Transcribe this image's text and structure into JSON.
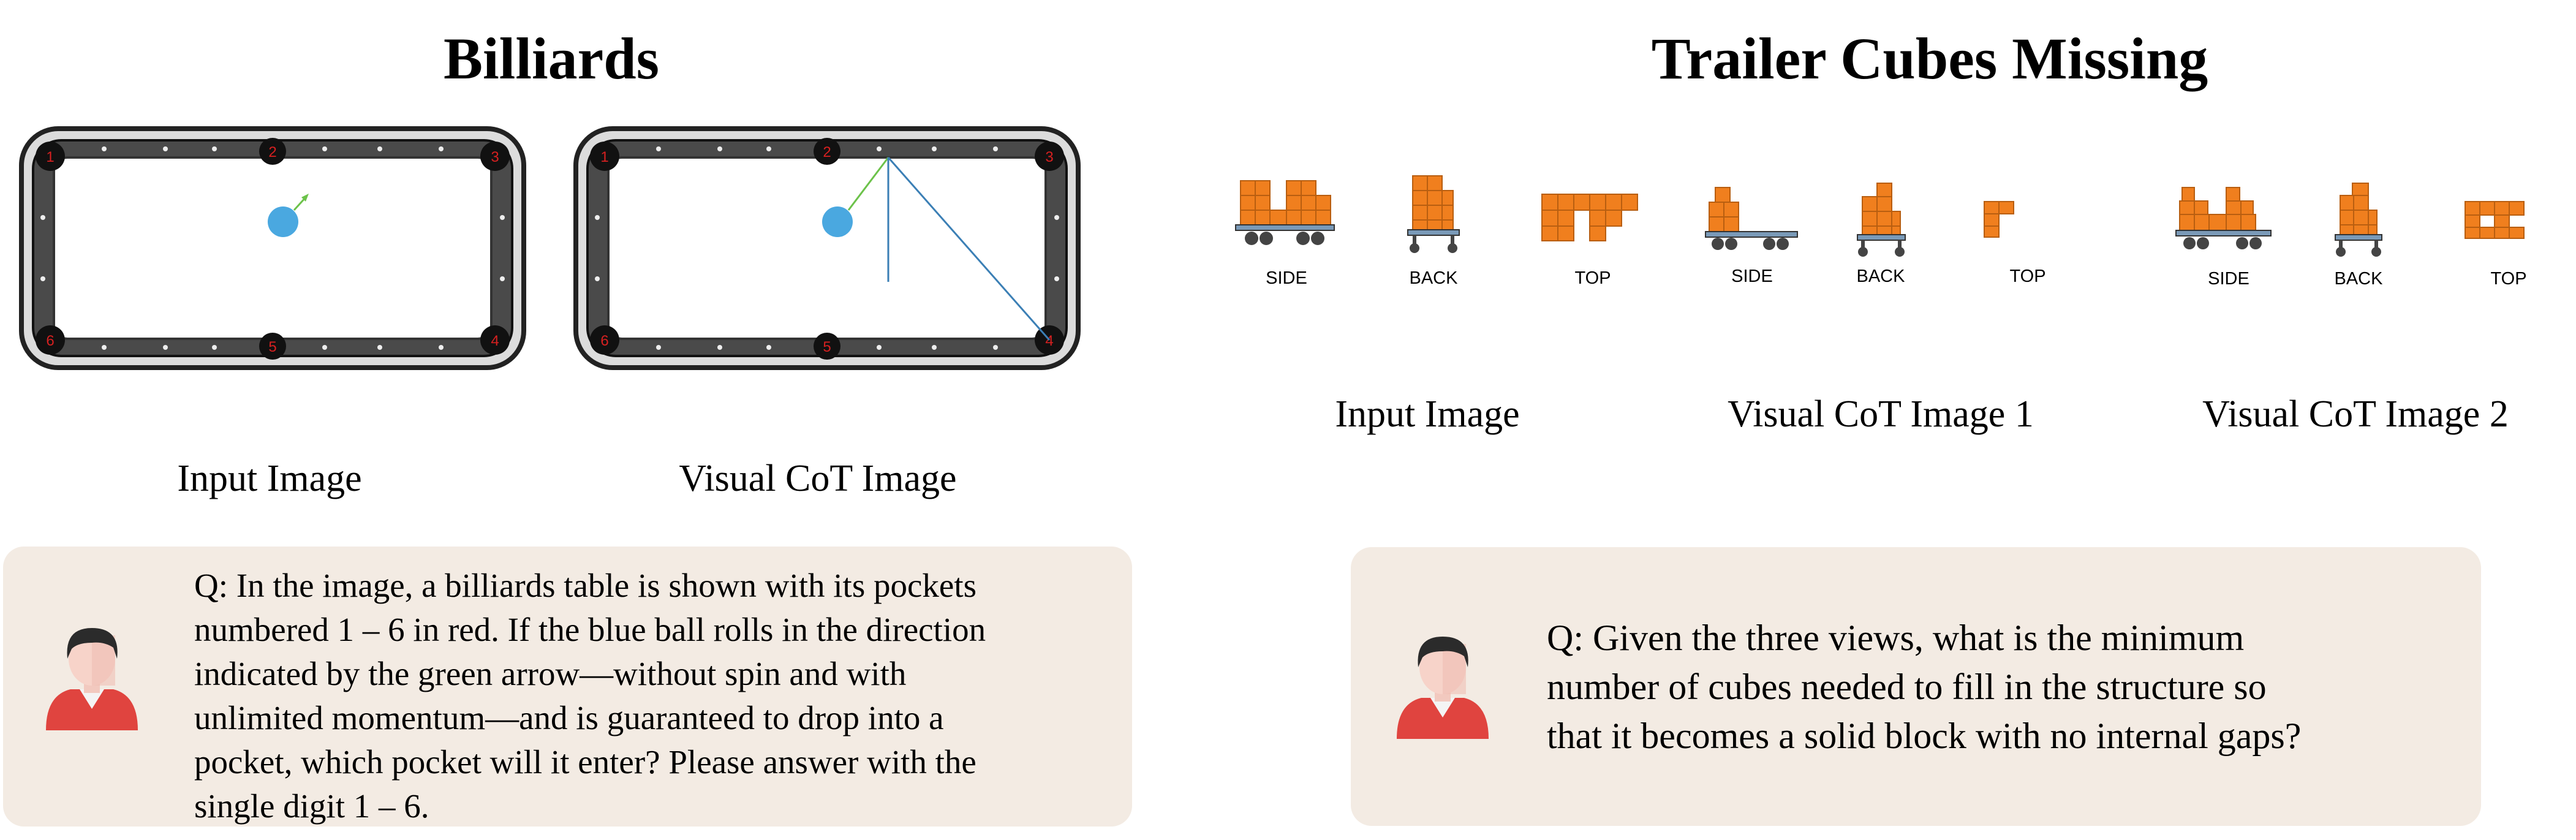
{
  "left_panel": {
    "title": "Billiards",
    "pocket_numbers": [
      "1",
      "2",
      "3",
      "4",
      "5",
      "6"
    ],
    "captions": {
      "input": "Input Image",
      "cot": "Visual CoT Image"
    },
    "question": "Q: In the image, a billiards table is shown with its pockets\nnumbered 1 – 6 in red. If the blue ball rolls in the direction\nindicated by the green arrow—without spin and with\nunlimited momentum—and is guaranteed to drop into a\npocket, which pocket will it enter? Please answer with the\nsingle digit 1 – 6."
  },
  "right_panel": {
    "title": "Trailer Cubes Missing",
    "view_labels": {
      "side": "SIDE",
      "back": "BACK",
      "top": "TOP"
    },
    "captions": {
      "input": "Input Image",
      "cot1": "Visual CoT Image 1",
      "cot2": "Visual CoT Image 2"
    },
    "question": "Q: Given the three views, what is the minimum\nnumber of cubes needed to fill in the structure so\nthat it becomes a solid block with no internal gaps?"
  },
  "colors": {
    "ball": "#4aa8e0",
    "arrow": "#6cc24a",
    "path_line": "#3b7fb5",
    "cube": "#f07f1e",
    "pocket_number": "#d62020",
    "question_bg": "#f3ebe3",
    "avatar_shirt": "#e0443f"
  },
  "icons": [
    "user-avatar-icon"
  ]
}
